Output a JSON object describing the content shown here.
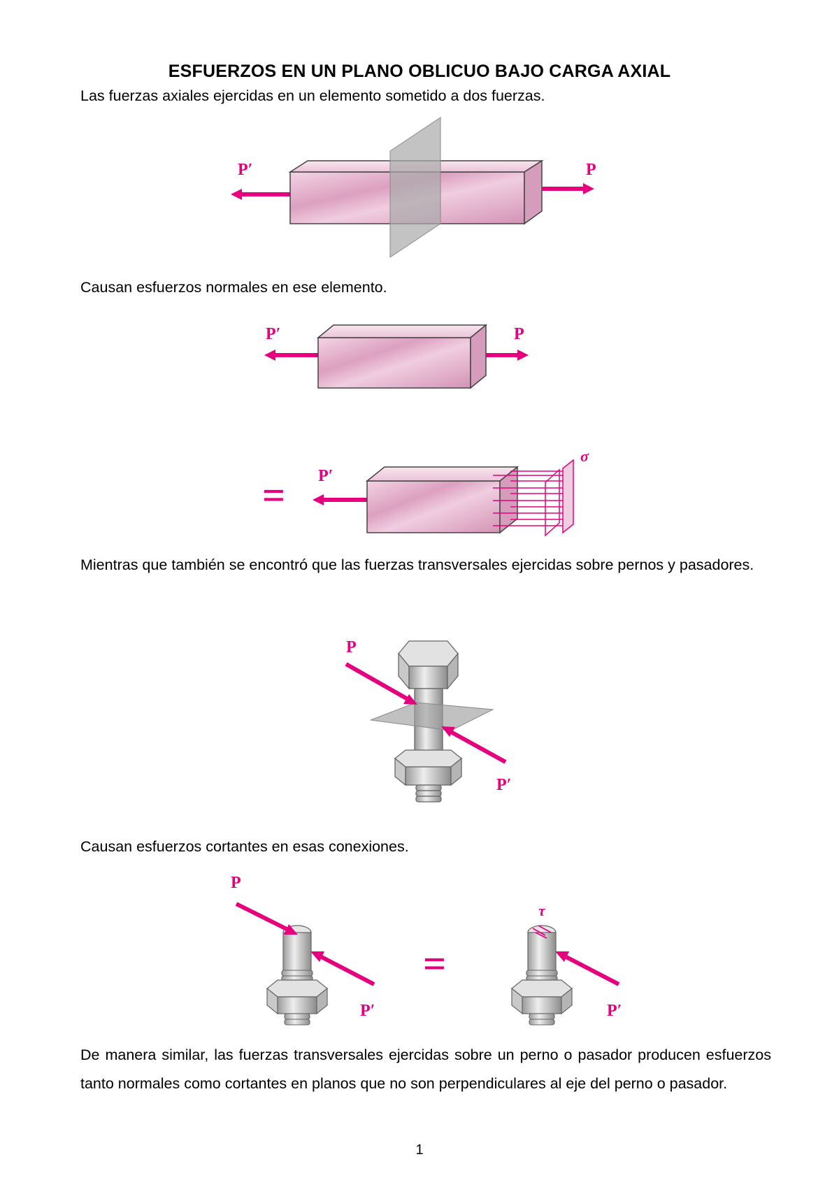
{
  "document": {
    "title": "ESFUERZOS EN UN PLANO OBLICUO BAJO CARGA AXIAL",
    "paragraphs": [
      "Las fuerzas axiales ejercidas en un elemento sometido a dos fuerzas.",
      "Causan esfuerzos normales en ese elemento.",
      "Mientras que también se encontró que las fuerzas transversales ejercidas sobre pernos y pasadores.",
      "Causan esfuerzos cortantes en esas conexiones.",
      "De manera similar, las fuerzas transversales ejercidas sobre un perno o pasador producen esfuerzos tanto normales como cortantes en planos que no son perpendiculares al eje del perno o pasador."
    ],
    "page_number": "1"
  },
  "figure_labels": {
    "p": "P",
    "p_prime": "P′",
    "sigma": "σ",
    "tau": "τ",
    "equals": "="
  },
  "colors": {
    "accent": "#e6007e",
    "bar_fill": "#e8b4cf",
    "plane_gray": "#a9a9a9"
  }
}
